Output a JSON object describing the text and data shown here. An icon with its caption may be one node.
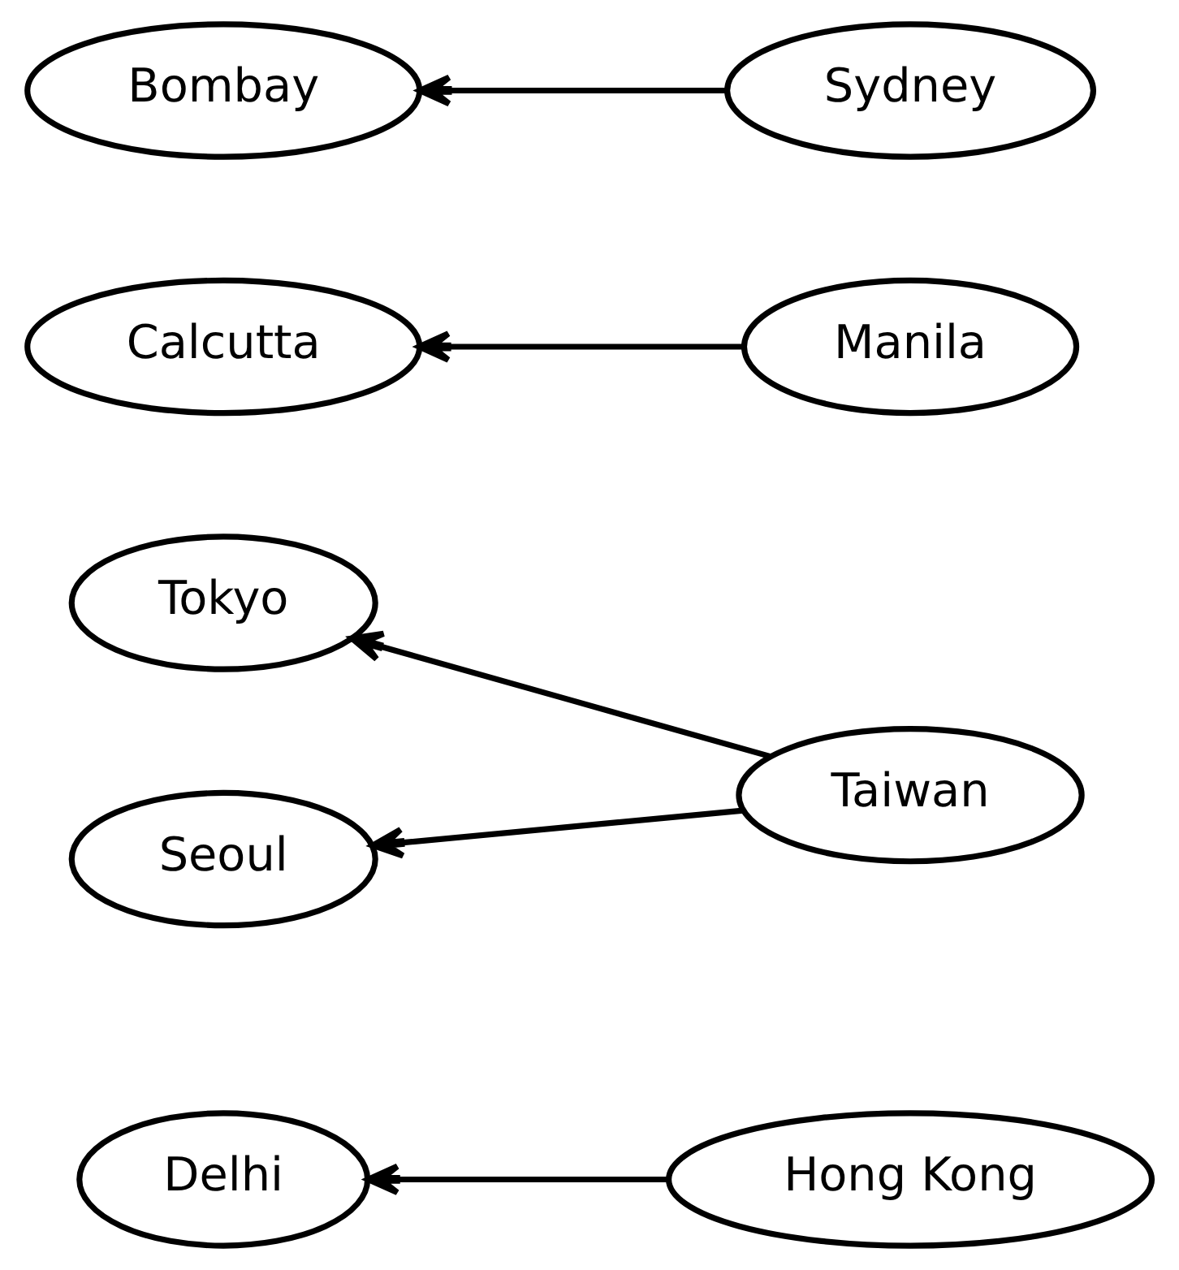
{
  "diagram": {
    "nodes": [
      {
        "text": [
          "Delhi"
        ]
      },
      {
        "text": [
          "Tokyo"
        ]
      },
      {
        "text": [
          "Hong Kong"
        ]
      },
      {
        "text": [
          "Taiwan"
        ]
      },
      {
        "text": [
          "Seoul"
        ]
      },
      {
        "text": [
          "Calcutta"
        ]
      },
      {
        "text": [
          "Manila"
        ]
      },
      {
        "text": [
          "Bombay"
        ]
      },
      {
        "text": [
          "Sydney"
        ]
      }
    ],
    "edges": [
      {
        "from": 2,
        "to": 0,
        "arrow": "to"
      },
      {
        "from": 3,
        "to": 1,
        "arrow": "to"
      },
      {
        "from": 3,
        "to": 4,
        "arrow": "to"
      },
      {
        "from": 6,
        "to": 5,
        "arrow": "to"
      },
      {
        "from": 8,
        "to": 7,
        "arrow": "to"
      }
    ]
  }
}
